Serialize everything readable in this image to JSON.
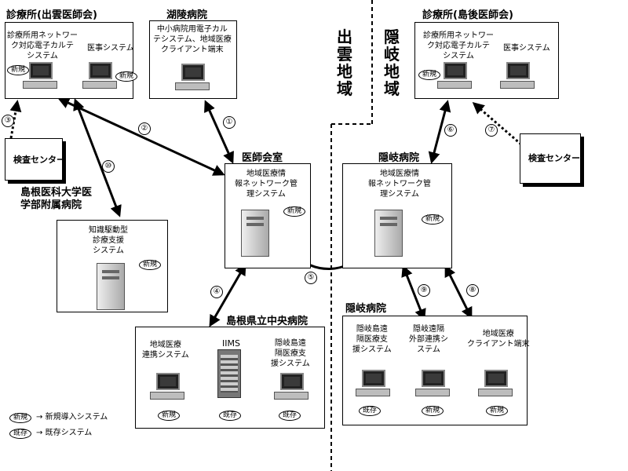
{
  "regions": {
    "izumo": "出雲地域",
    "oki": "隠岐地域"
  },
  "nodes": {
    "clinic_izumo": {
      "title": "診療所(出雲医師会)",
      "sys1": [
        "診療所用ネットワー",
        "ク対応電子カルテ",
        "システム"
      ],
      "sys2": "医事システム",
      "badge1": "新規",
      "badge2": "新規"
    },
    "koryo": {
      "title": "湖陵病院",
      "sys": [
        "中小病院用電子カル",
        "テシステム、地域医療",
        "クライアント端末"
      ]
    },
    "clinic_oki": {
      "title": "診療所(島後医師会)",
      "sys1": [
        "診療所用ネットワー",
        "ク対応電子カルテ",
        "システム"
      ],
      "sys2": "医事システム",
      "badge1": "新規",
      "badge2": "新規"
    },
    "lab_left": {
      "title": "検査センター"
    },
    "lab_right": {
      "title": "検査センター"
    },
    "ishikai": {
      "title": "医師会室",
      "sys": [
        "地域医療情",
        "報ネットワーク管",
        "理システム"
      ],
      "badge": "新規"
    },
    "oki_hosp_top": {
      "title": "隠岐病院",
      "sys": [
        "地域医療情",
        "報ネットワーク管",
        "理システム"
      ],
      "badge": "新規"
    },
    "shimane_univ": {
      "title": [
        "島根医科大学医",
        "学部附属病院"
      ],
      "sys": [
        "知識駆動型",
        "診療支援",
        "システム"
      ],
      "badge": "新規"
    },
    "central": {
      "title": "島根県立中央病院",
      "sys1": [
        "地域医療",
        "連携システム"
      ],
      "badge1": "新規",
      "sys2": "IIMS",
      "badge2": "既存",
      "sys3": [
        "隠岐島遠",
        "隔医療支",
        "援システム"
      ],
      "badge3": "既存"
    },
    "oki_hosp_bottom": {
      "title": "隠岐病院",
      "sys1": [
        "隠岐島遠",
        "隔医療支",
        "援システム"
      ],
      "badge1": "既存",
      "sys2": [
        "隠岐遠隔",
        "外部連携シ",
        "ステム"
      ],
      "badge2": "新規",
      "sys3": [
        "地域医療",
        "クライアント端末"
      ],
      "badge3": "新規"
    }
  },
  "links": [
    "①",
    "②",
    "③",
    "④",
    "⑤",
    "⑥",
    "⑦",
    "⑧",
    "⑨",
    "⑩"
  ],
  "legend": {
    "new_badge": "新規",
    "new_text": "→ 新規導入システム",
    "existing_badge": "既存",
    "existing_text": "→ 既存システム"
  }
}
